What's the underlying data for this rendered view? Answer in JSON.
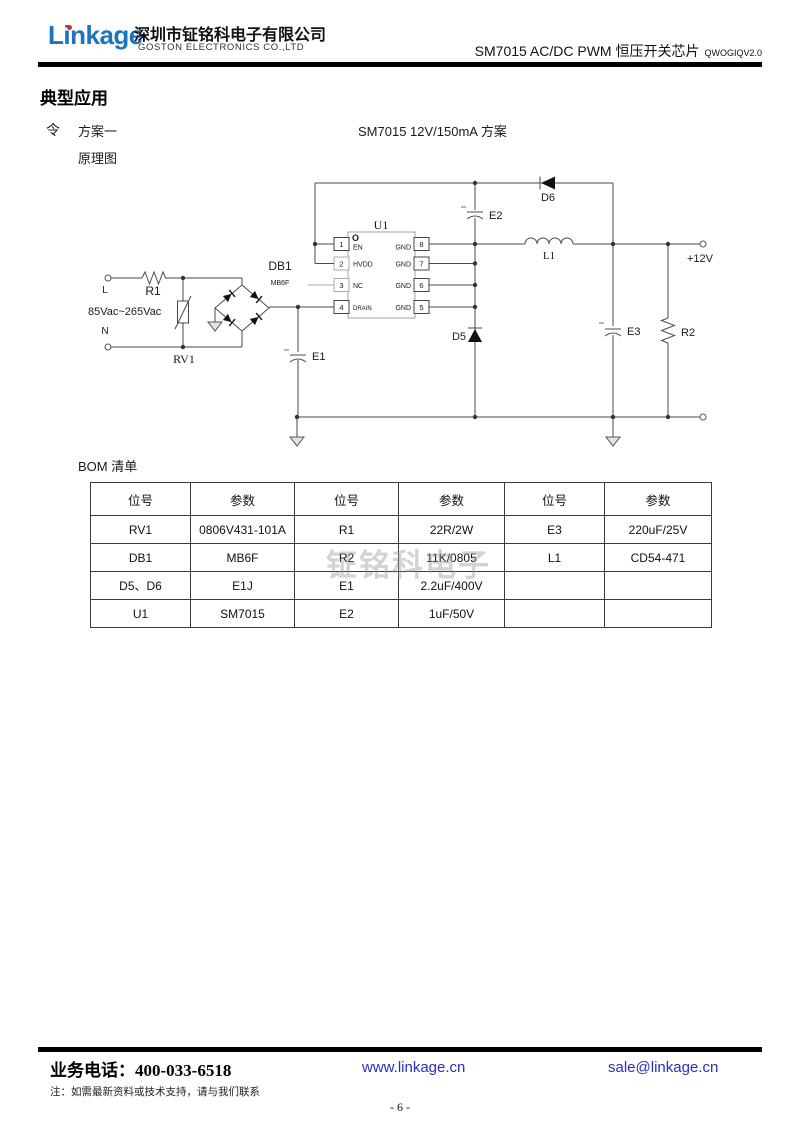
{
  "header": {
    "logo": "Linkage",
    "company_cn": "深圳市钲铭科电子有限公司",
    "company_en": "GOSTON ELECTRONICS CO.,LTD",
    "doc_title": "SM7015 AC/DC PWM 恒压开关芯片",
    "doc_version": "QWOGIQV2.0"
  },
  "section": {
    "title": "典型应用",
    "bullet": "令",
    "scheme_label": "方案一",
    "scheme_name": "SM7015 12V/150mA 方案",
    "schematic_label": "原理图"
  },
  "circuit": {
    "terminals": {
      "live": "L",
      "neutral": "N",
      "input_range": "85Vac~265Vac",
      "output": "+12V"
    },
    "components": {
      "r1": "R1",
      "rv1": "RV1",
      "db1": "DB1",
      "db1_part": "MB6F",
      "e1": "E1",
      "e2": "E2",
      "e3": "E3",
      "d5": "D5",
      "d6": "D6",
      "l1": "L1",
      "r2": "R2"
    },
    "ic": {
      "ref": "U1",
      "pin1_marker": "O",
      "left_pins": [
        {
          "num": "1",
          "name": "EN"
        },
        {
          "num": "2",
          "name": "HVDD"
        },
        {
          "num": "3",
          "name": "NC"
        },
        {
          "num": "4",
          "name": "DRAIN"
        }
      ],
      "right_pins": [
        {
          "num": "8",
          "name": "GND"
        },
        {
          "num": "7",
          "name": "GND"
        },
        {
          "num": "6",
          "name": "GND"
        },
        {
          "num": "5",
          "name": "GND"
        }
      ]
    }
  },
  "bom": {
    "label": "BOM 清单",
    "headers": [
      "位号",
      "参数",
      "位号",
      "参数",
      "位号",
      "参数"
    ],
    "rows": [
      [
        "RV1",
        "0806V431-101A",
        "R1",
        "22R/2W",
        "E3",
        "220uF/25V"
      ],
      [
        "DB1",
        "MB6F",
        "R2",
        "11K/0805",
        "L1",
        "CD54-471"
      ],
      [
        "D5、D6",
        "E1J",
        "E1",
        "2.2uF/400V",
        "",
        ""
      ],
      [
        "U1",
        "SM7015",
        "E2",
        "1uF/50V",
        "",
        ""
      ]
    ]
  },
  "watermark": "钲铭科电子",
  "footer": {
    "phone_label": "业务电话：",
    "phone": "400-033-6518",
    "website": "www.linkage.cn",
    "email": "sale@linkage.cn",
    "note": "注：如需最新资料或技术支持，请与我们联系",
    "page": "- 6 -"
  },
  "colors": {
    "logo_blue": "#1b74bc",
    "logo_dot_red": "#e02b20",
    "link_blue": "#2a2cc8"
  }
}
